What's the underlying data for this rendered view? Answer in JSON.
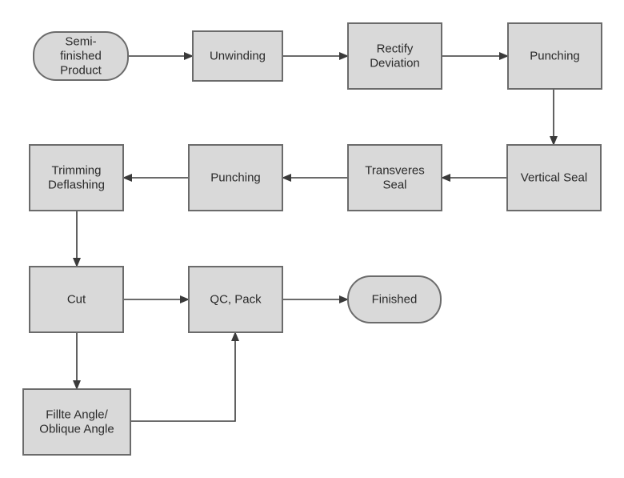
{
  "nodes": {
    "semi": {
      "label": "Semi-finished Product",
      "lines": [
        "Semi-",
        "finished",
        "Product"
      ],
      "shape": "terminal"
    },
    "unwinding": {
      "label": "Unwinding",
      "lines": [
        "Unwinding"
      ],
      "shape": "process"
    },
    "rectify": {
      "label": "Rectify Deviation",
      "lines": [
        "Rectify",
        "Deviation"
      ],
      "shape": "process"
    },
    "punching1": {
      "label": "Punching",
      "lines": [
        "Punching"
      ],
      "shape": "process"
    },
    "vertical": {
      "label": "Vertical Seal",
      "lines": [
        "Vertical Seal"
      ],
      "shape": "process"
    },
    "transveres": {
      "label": "Transveres Seal",
      "lines": [
        "Transveres",
        "Seal"
      ],
      "shape": "process"
    },
    "punching2": {
      "label": "Punching",
      "lines": [
        "Punching"
      ],
      "shape": "process"
    },
    "trimming": {
      "label": "Trimming Deflashing",
      "lines": [
        "Trimming",
        "Deflashing"
      ],
      "shape": "process"
    },
    "cut": {
      "label": "Cut",
      "lines": [
        "Cut"
      ],
      "shape": "process"
    },
    "qc": {
      "label": "QC, Pack",
      "lines": [
        "QC, Pack"
      ],
      "shape": "process"
    },
    "finished": {
      "label": "Finished",
      "lines": [
        "Finished"
      ],
      "shape": "terminal"
    },
    "fillet": {
      "label": "Fillte Angle/ Oblique Angle",
      "lines": [
        "Fillte Angle/",
        "Oblique Angle"
      ],
      "shape": "process"
    }
  },
  "edges": [
    {
      "from": "semi",
      "to": "unwinding"
    },
    {
      "from": "unwinding",
      "to": "rectify"
    },
    {
      "from": "rectify",
      "to": "punching1"
    },
    {
      "from": "punching1",
      "to": "vertical"
    },
    {
      "from": "vertical",
      "to": "transveres"
    },
    {
      "from": "transveres",
      "to": "punching2"
    },
    {
      "from": "punching2",
      "to": "trimming"
    },
    {
      "from": "trimming",
      "to": "cut"
    },
    {
      "from": "cut",
      "to": "qc"
    },
    {
      "from": "qc",
      "to": "finished"
    },
    {
      "from": "cut",
      "to": "fillet"
    },
    {
      "from": "fillet",
      "to": "qc"
    }
  ],
  "colors": {
    "node_fill": "#d9d9d9",
    "node_stroke": "#6b6b6b",
    "edge": "#3a3a3a",
    "text": "#2a2a2a"
  }
}
